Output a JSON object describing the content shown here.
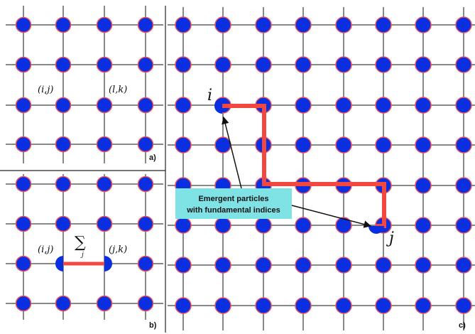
{
  "panels": {
    "a": {
      "label": "a)",
      "site_left": "(i,j)",
      "site_right": "(l,k)"
    },
    "b": {
      "label": "b)",
      "site_left": "(i,j)",
      "site_right": "(j,k)",
      "sum_symbol": "∑",
      "sum_index": "j"
    },
    "c": {
      "label": "c)",
      "endpoint_start": "i",
      "endpoint_end": "j"
    }
  },
  "callout": {
    "line1": "Emergent particles",
    "line2": "with fundamental indices"
  },
  "colors": {
    "node_fill": "#0a2fe0",
    "node_stroke": "#e8505a",
    "lattice_line": "#111111",
    "string": "#f2483f",
    "callout_bg": "#7fe3e6",
    "divider": "#222222"
  }
}
